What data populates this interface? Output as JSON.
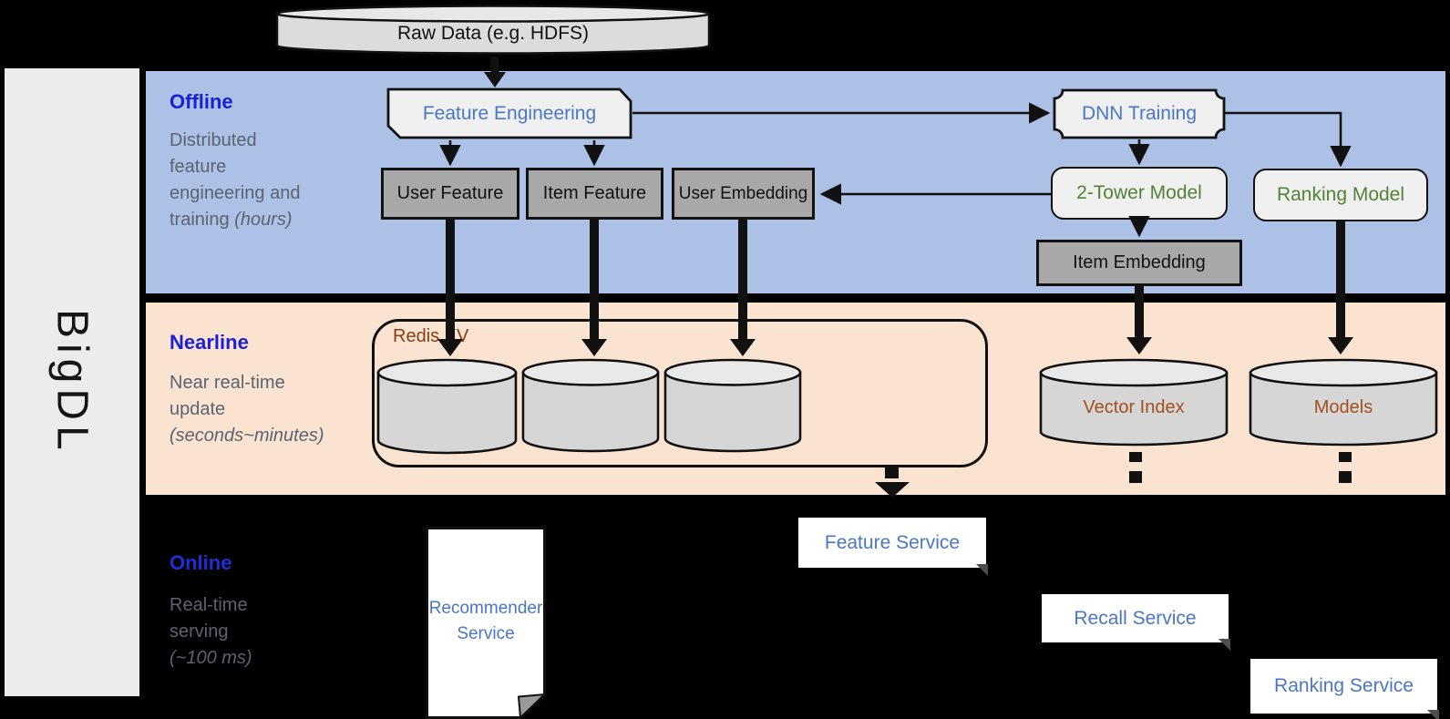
{
  "brand": {
    "name": "BigDL"
  },
  "datasource": {
    "label": "Raw Data (e.g. HDFS)"
  },
  "bands": {
    "offline": {
      "title": "Offline",
      "desc_lines": [
        "Distributed",
        "feature",
        "engineering and"
      ],
      "desc_last": "training ",
      "desc_italic": "(hours)"
    },
    "nearline": {
      "title": "Nearline",
      "desc_lines": [
        "Near real-time",
        "update"
      ],
      "desc_last": "",
      "desc_italic": "(seconds~minutes)"
    },
    "online": {
      "title": "Online",
      "desc_lines": [
        "Real-time",
        "serving"
      ],
      "desc_last": "",
      "desc_italic": "(~100 ms)"
    }
  },
  "offline_nodes": {
    "feature_engineering": "Feature Engineering",
    "user_feature": "User Feature",
    "item_feature": "Item Feature",
    "user_embedding": "User Embedding",
    "dnn_training": "DNN Training",
    "two_tower_model": "2-Tower Model",
    "ranking_model": "Ranking Model",
    "item_embedding": "Item Embedding"
  },
  "nearline_nodes": {
    "redis": "Redis KV",
    "vector_index": "Vector Index",
    "models": "Models"
  },
  "online_nodes": {
    "recommender_line1": "Recommender",
    "recommender_line2": "Service",
    "feature_service": "Feature Service",
    "recall_service": "Recall Service",
    "ranking_service": "Ranking Service"
  },
  "colors": {
    "background": "#000000",
    "offline_band": "#adc0e5",
    "nearline_band": "#fbe3d2",
    "sidebar": "#ececec",
    "band_title_blue": "#1a1fd4",
    "desc_gray": "#5a6372",
    "process_text_blue": "#4a77c4",
    "model_text_green": "#538135",
    "redis_text_brown": "#8c3b12",
    "cylinder_text_brown": "#a34f21",
    "gray_node_fill": "#a8a8a8",
    "light_node_fill": "#f0f0f0",
    "cylinder_fill": "#d6d6d6"
  }
}
